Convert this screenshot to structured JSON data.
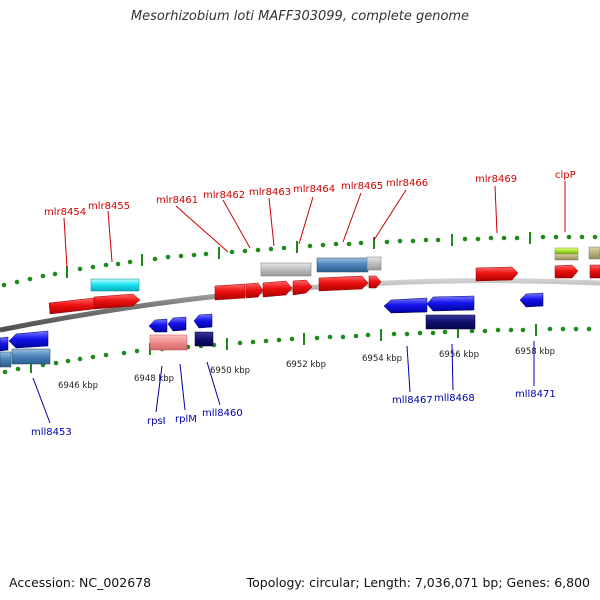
{
  "title": "Mesorhizobium loti MAFF303099, complete genome",
  "accession": "Accession: NC_002678",
  "summary": "Topology: circular; Length: 7,036,071 bp; Genes: 6,800",
  "colors": {
    "forward_label": "#cc0000",
    "reverse_label": "#0000aa",
    "ruler": "#1e8a1e",
    "backbone": "#8a8a8a"
  },
  "scale_labels": [
    "6946 kbp",
    "6948 kbp",
    "6950 kbp",
    "6952 kbp",
    "6954 kbp",
    "6956 kbp",
    "6958 kbp"
  ],
  "forward_genes": [
    "mlr8454",
    "mlr8455",
    "mlr8461",
    "mlr8462",
    "mlr8463",
    "mlr8464",
    "mlr8465",
    "mlr8466",
    "mlr8469",
    "clpP"
  ],
  "reverse_genes": [
    "mll8453",
    "rpsI",
    "rplM",
    "mll8460",
    "mll8467",
    "mll8468",
    "mll8471"
  ]
}
